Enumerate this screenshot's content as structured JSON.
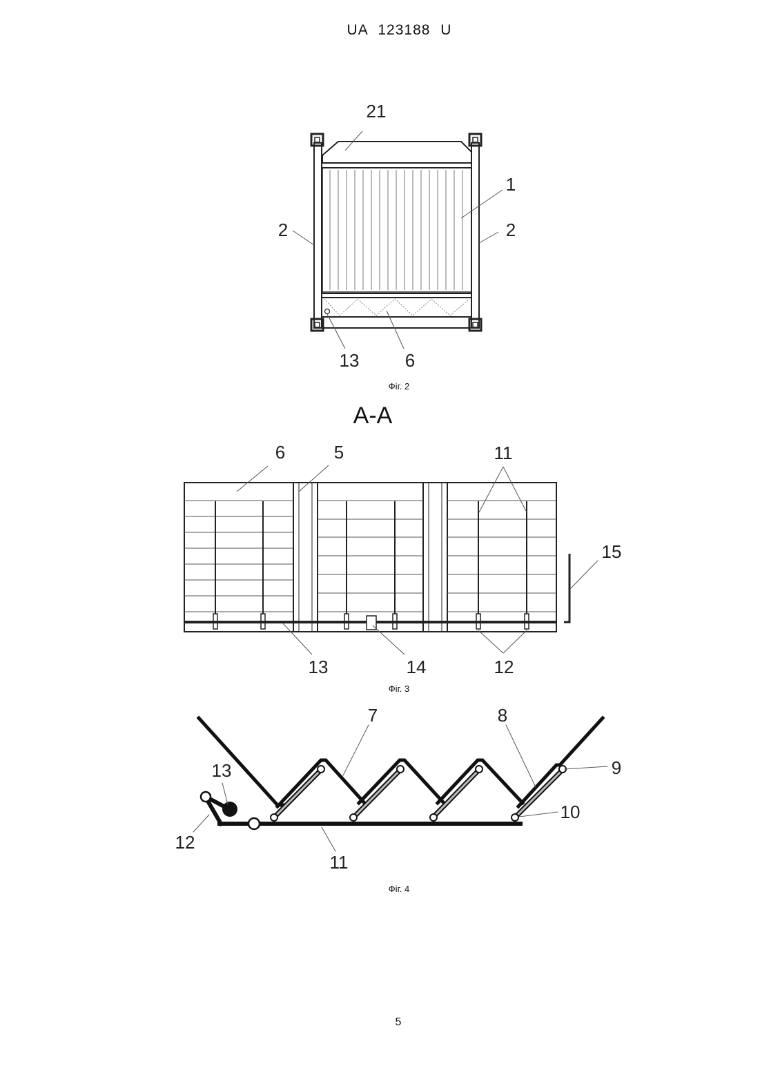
{
  "header": {
    "document_number": "UA 123188 U"
  },
  "figure2": {
    "caption": "Фіг. 2",
    "labels": {
      "l21": "21",
      "l1": "1",
      "l2_left": "2",
      "l2_right": "2",
      "l13": "13",
      "l6": "6"
    }
  },
  "figure3": {
    "caption": "Фіг. 3",
    "section_title": "А-А",
    "labels": {
      "l6": "6",
      "l5": "5",
      "l11": "11",
      "l15": "15",
      "l13": "13",
      "l14": "14",
      "l12": "12"
    }
  },
  "figure4": {
    "caption": "Фіг. 4",
    "labels": {
      "l7": "7",
      "l8": "8",
      "l9": "9",
      "l10": "10",
      "l13": "13",
      "l12": "12",
      "l11": "11"
    }
  },
  "footer": {
    "page_number": "5"
  }
}
